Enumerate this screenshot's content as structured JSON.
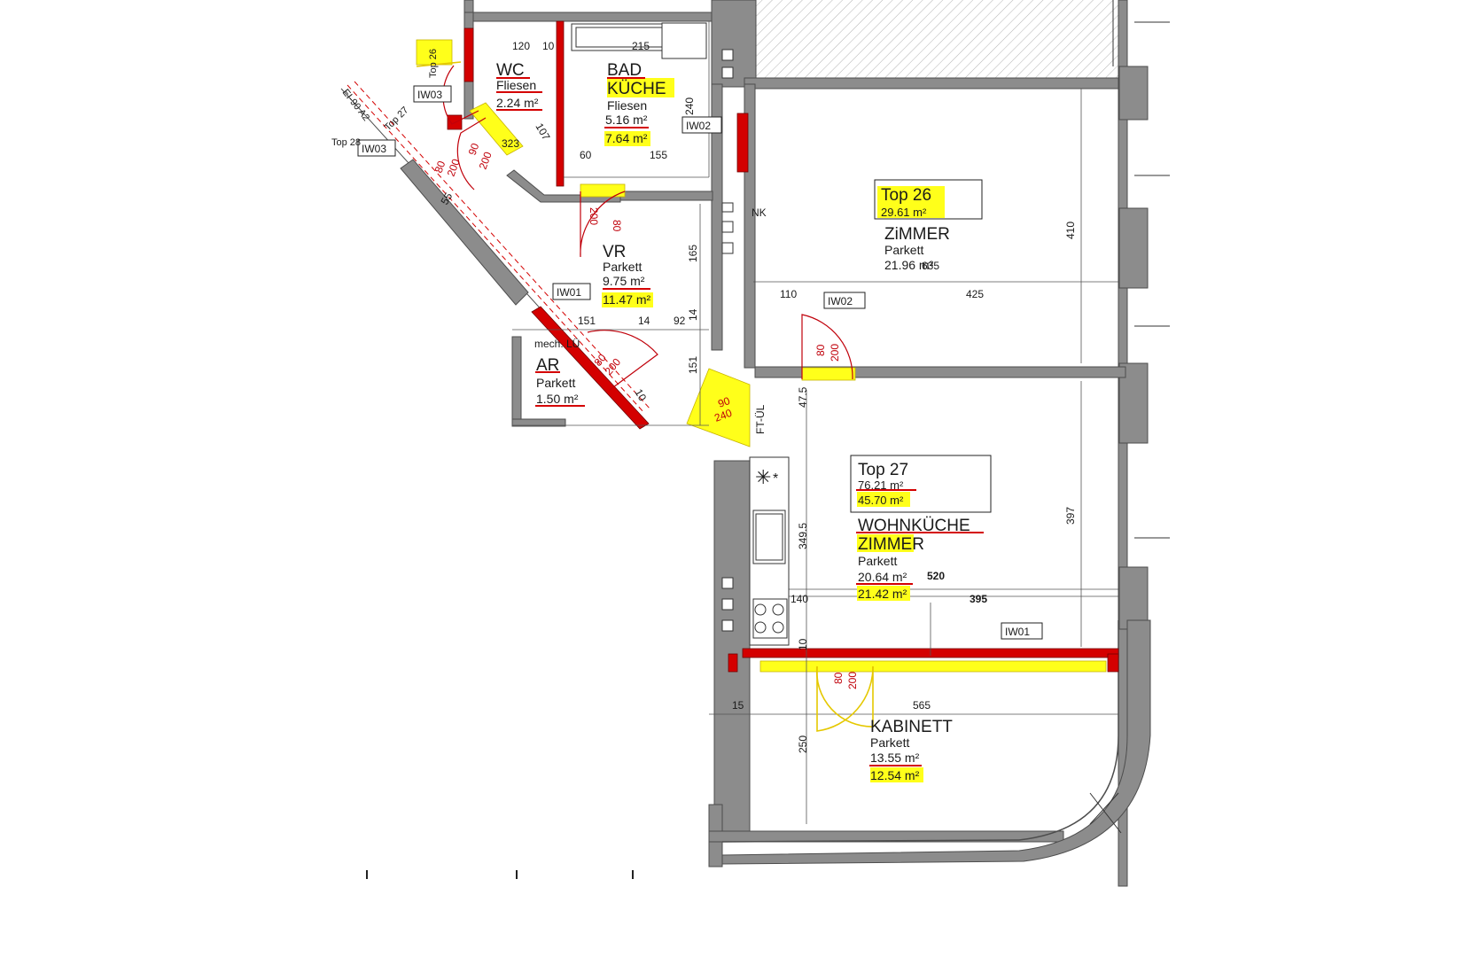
{
  "colors": {
    "wall": "#8c8c8c",
    "wall_dark": "#4d4d4d",
    "highlight_yellow": "#ffff1a",
    "demolition_red": "#d40000",
    "text": "#1a1a1a"
  },
  "apartments": {
    "top26": {
      "label": "Top 26",
      "area": "29.61 m²"
    },
    "top27": {
      "label": "Top 27",
      "area_old": "76.21  m²",
      "area_new": "45.70 m²"
    }
  },
  "rooms": {
    "wc": {
      "name": "WC",
      "floor": "Fliesen",
      "area": "2.24 m²"
    },
    "bad": {
      "name": "BAD",
      "name_new": "KÜCHE",
      "floor": "Fliesen",
      "area": "5.16 m²",
      "area_new": "7.64 m²"
    },
    "vr": {
      "name": "VR",
      "floor": "Parkett",
      "area": "9.75 m²",
      "area_new": "11.47 m²"
    },
    "ar": {
      "name": "AR",
      "floor": "Parkett",
      "area": "1.50 m²"
    },
    "zimmer26": {
      "name": "ZiMMER",
      "floor": "Parkett",
      "area": "21.96 m²"
    },
    "wohnkueche": {
      "name": "WOHNKÜCHE",
      "name_new": "ZIMMER",
      "floor": "Parkett",
      "area": "20.64 m²",
      "area_new": "21.42 m²"
    },
    "kabinett": {
      "name": "KABINETT",
      "floor": "Parkett",
      "area": "13.55 m²",
      "area_new": "12.54 m²"
    }
  },
  "tags": {
    "iw03_a": "IW03",
    "iw03_b": "IW03",
    "iw02_bad": "IW02",
    "iw01_vr": "IW01",
    "iw02_zimmer": "IW02",
    "iw01_kabinett": "IW01",
    "nk": "NK",
    "mech_lue": "mech. LÜ",
    "ft_uel": "FT-ÜL",
    "top26_side": "Top 26",
    "top27_side": "Top 27",
    "top28_side": "Top 28",
    "ei90": "EI-90 A2"
  },
  "dimensions": {
    "d120": "120",
    "d10a": "10",
    "d215": "215",
    "d240": "240",
    "d107": "107",
    "d323": "323",
    "d60": "60",
    "d155": "155",
    "d165": "165",
    "d55": "55",
    "d151a": "151",
    "d14a": "14",
    "d92": "92",
    "d14b": "14",
    "d151b": "151",
    "d10b": "10",
    "d110": "110",
    "d425": "425",
    "d410": "410",
    "d635": "635",
    "d47_5": "47.5",
    "d349_5": "349.5",
    "d397": "397",
    "d520": "520",
    "d140": "140",
    "d395": "395",
    "d10c": "10",
    "d15": "15",
    "d565": "565",
    "d250": "250"
  },
  "doors": {
    "bad_w": "80",
    "bad_h": "200",
    "wc_w": "80",
    "wc_h": "200",
    "iw03_w": "90",
    "iw03_h": "200",
    "ar_w": "80",
    "ar_h": "200",
    "zimmer_w": "80",
    "zimmer_h": "200",
    "entry_w": "90",
    "entry_h": "240",
    "kab_w": "80",
    "kab_h": "200"
  }
}
